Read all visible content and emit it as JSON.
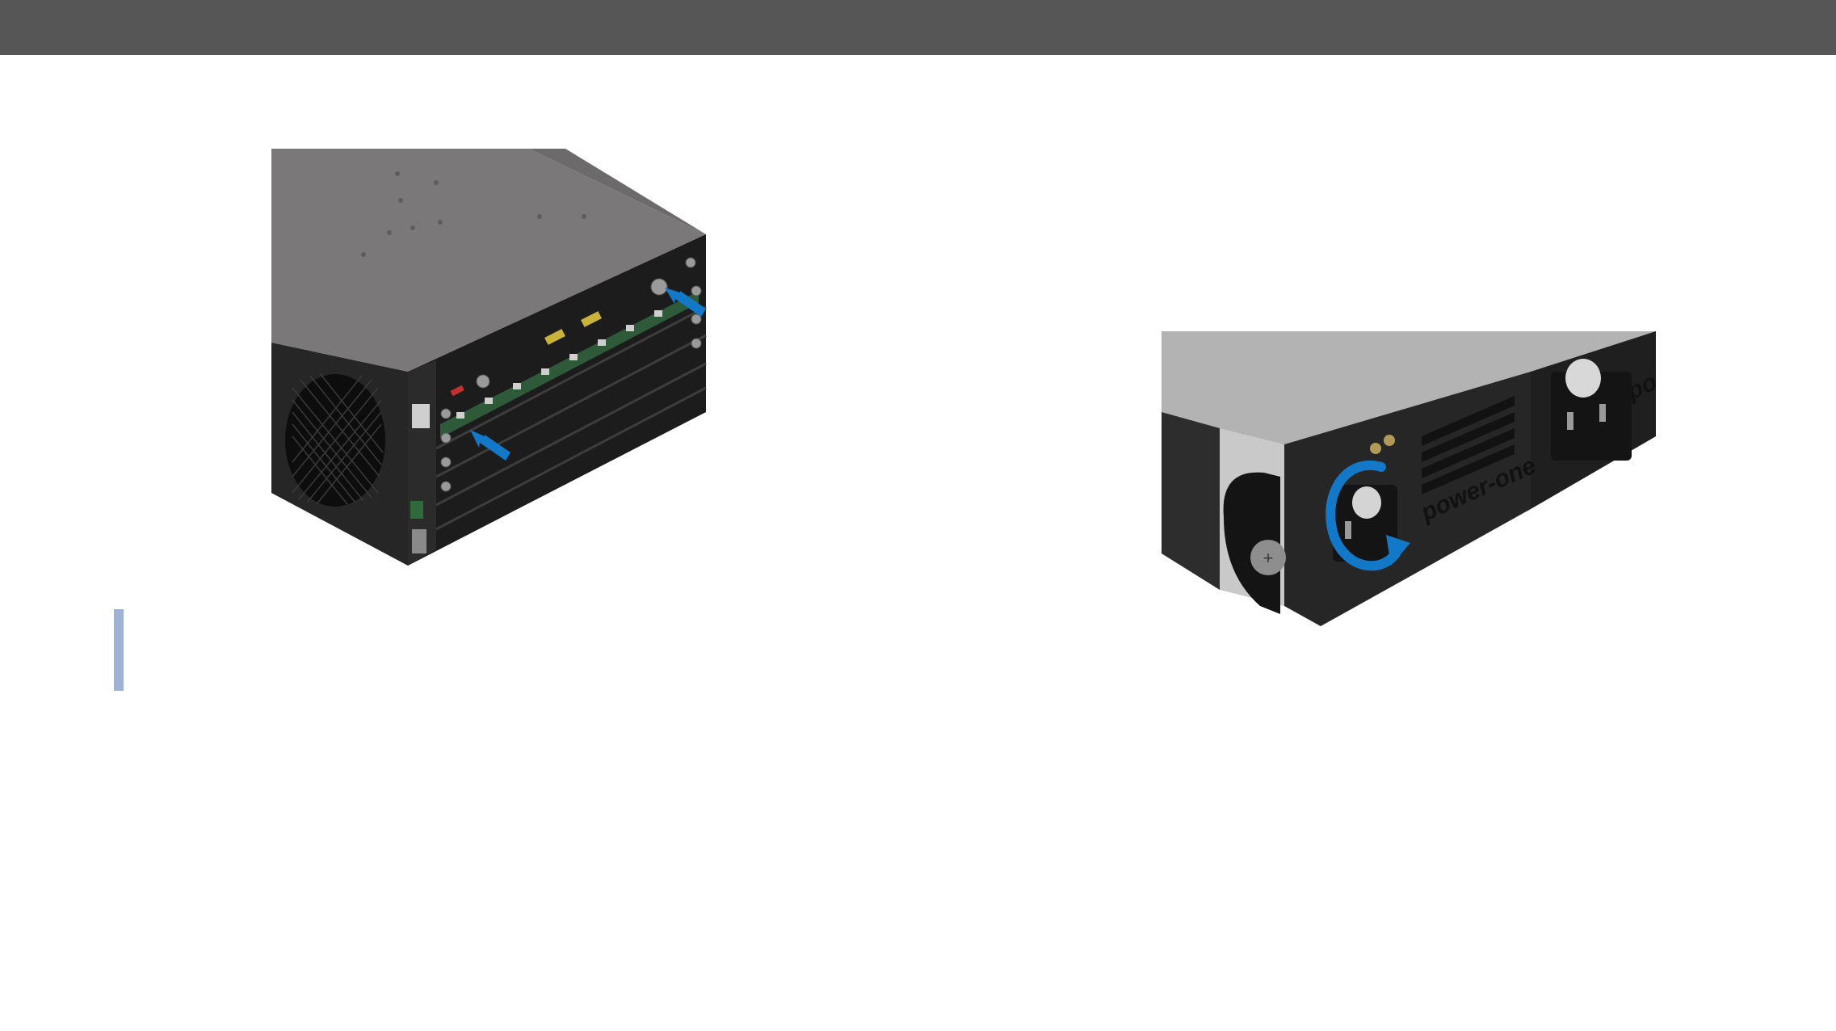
{
  "header": {
    "color": "#565656"
  },
  "note": {
    "accent_color": "#9fb1d4"
  },
  "figures": {
    "chassis": {
      "icon": "chassis-rear-illustration",
      "arrow_color": "#1478c8",
      "arrow_count": 2
    },
    "psu": {
      "icon": "power-supply-thumbscrew-illustration",
      "brand_logo": "power-one",
      "rotate_arrow_color": "#1478c8"
    }
  }
}
